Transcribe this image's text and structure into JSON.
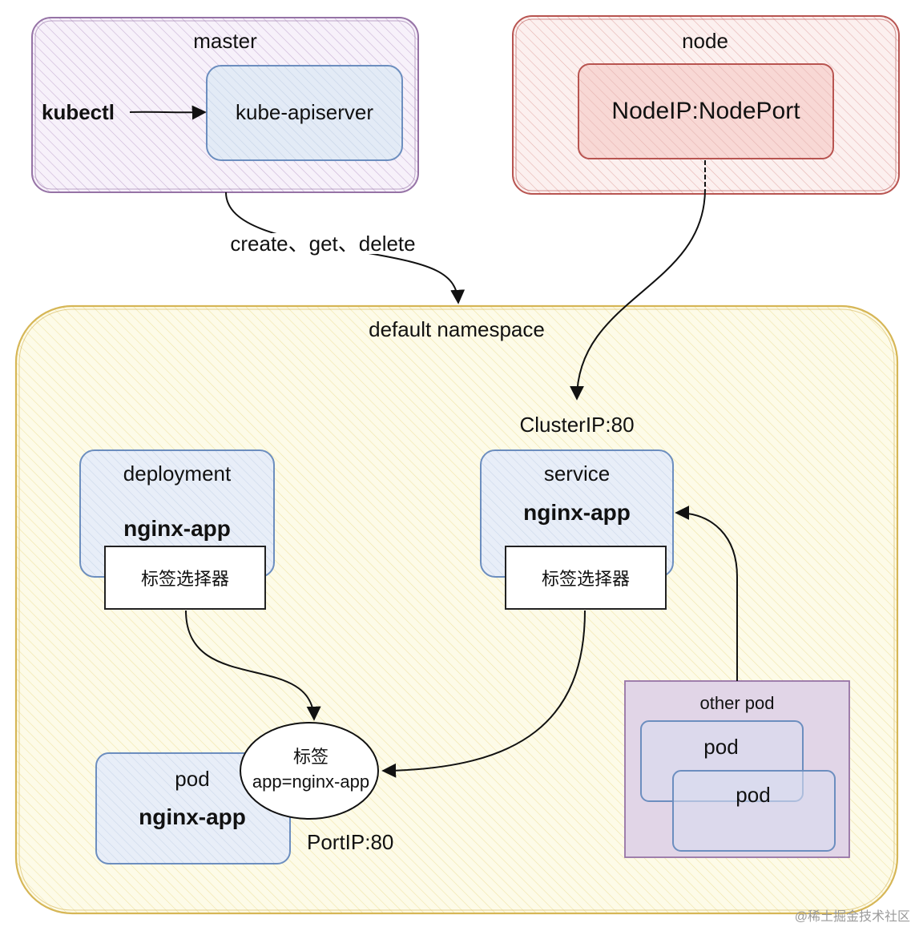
{
  "master": {
    "title": "master",
    "client": "kubectl",
    "server": "kube-apiserver"
  },
  "node": {
    "title": "node",
    "endpoint": "NodeIP:NodePort"
  },
  "ops_label": "create、get、delete",
  "namespace": {
    "title": "default namespace",
    "cluster_ip": "ClusterIP:80",
    "deployment": {
      "kind": "deployment",
      "name": "nginx-app",
      "selector": "标签选择器"
    },
    "service": {
      "kind": "service",
      "name": "nginx-app",
      "selector": "标签选择器"
    },
    "pod": {
      "kind": "pod",
      "name": "nginx-app",
      "port": "PortIP:80"
    },
    "label": {
      "title": "标签",
      "value": "app=nginx-app"
    },
    "other_pods": {
      "title": "other pod",
      "items": [
        "pod",
        "pod"
      ]
    }
  },
  "watermark": "@稀土掘金技术社区",
  "colors": {
    "master": "#9673a6",
    "node": "#b85450",
    "server_box": "#6c8ebf",
    "namespace": "#d6b656",
    "other_pod_fill": "#e1d5e7"
  }
}
